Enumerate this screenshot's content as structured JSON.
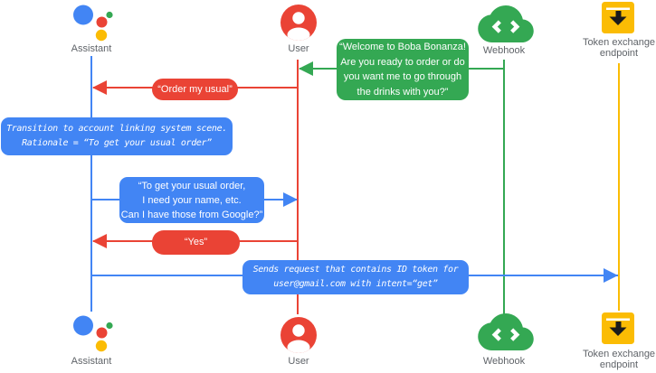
{
  "colors": {
    "blue": "#4285F4",
    "red": "#EA4335",
    "green": "#34A853",
    "yellow": "#FBBC04",
    "label_gray": "#5F6368"
  },
  "actors": {
    "assistant": {
      "label": "Assistant"
    },
    "user": {
      "label": "User"
    },
    "webhook": {
      "label": "Webhook"
    },
    "token_endpoint": {
      "label": "Token exchange\nendpoint"
    }
  },
  "messages": {
    "welcome": {
      "from": "webhook",
      "to": "user",
      "text": "“Welcome to Boba Bonanza!\nAre you ready to order or do\nyou want me to go through\nthe drinks with you?”"
    },
    "order_usual": {
      "from": "user",
      "to": "assistant",
      "text": "“Order my usual”"
    },
    "transition_note": {
      "on": "assistant",
      "text": "Transition to account linking system scene.\nRationale = “To get your usual order”"
    },
    "ask_details": {
      "from": "assistant",
      "to": "user",
      "text": "“To get your usual order,\nI need your name, etc.\nCan I have those from Google?”"
    },
    "yes": {
      "from": "user",
      "to": "assistant",
      "text": "“Yes”"
    },
    "send_request": {
      "from": "assistant",
      "to": "token_endpoint",
      "text": "Sends request that contains ID token for\nuser@gmail.com with intent=“get”"
    }
  }
}
